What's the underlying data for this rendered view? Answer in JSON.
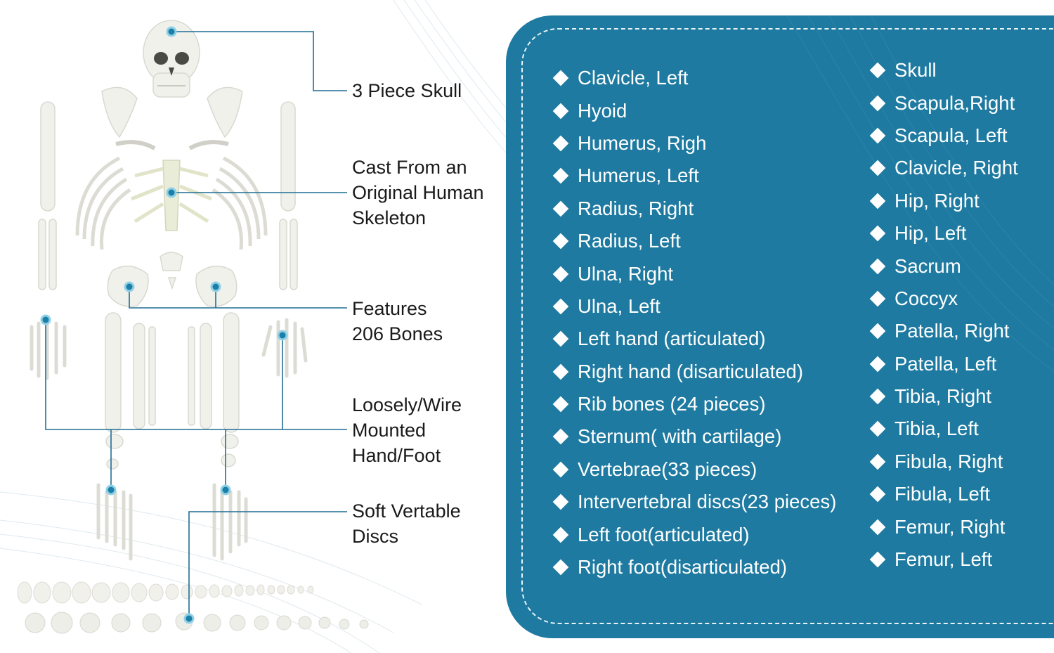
{
  "callouts": {
    "skull": [
      "3 Piece Skull"
    ],
    "cast": [
      "Cast From an",
      "Original Human",
      "Skeleton"
    ],
    "bones": [
      "Features",
      "206 Bones"
    ],
    "mounted": [
      "Loosely/Wire",
      "Mounted",
      "Hand/Foot"
    ],
    "discs": [
      "Soft Vertable",
      "Discs"
    ]
  },
  "parts_list": {
    "column_1": [
      "Clavicle, Left",
      "Hyoid",
      "Humerus, Righ",
      "Humerus, Left",
      "Radius, Right",
      "Radius, Left",
      "Ulna, Right",
      "Ulna, Left",
      "Left hand (articulated)",
      "Right hand (disarticulated)",
      "Rib bones (24 pieces)",
      "Sternum( with cartilage)",
      "Vertebrae(33 pieces)",
      "Intervertebral discs(23 pieces)",
      "Left foot(articulated)",
      "Right foot(disarticulated)"
    ],
    "column_2": [
      "Skull",
      "Scapula,Right",
      "Scapula, Left",
      "Clavicle, Right",
      "Hip, Right",
      "Hip, Left",
      "Sacrum",
      "Coccyx",
      "Patella, Right",
      "Patella, Left",
      "Tibia, Right",
      "Tibia, Left",
      "Fibula, Right",
      "Fibula, Left",
      "Femur, Right",
      "Femur, Left"
    ]
  },
  "colors": {
    "panel": "#1e7aa0",
    "leader_line": "#1f6f94",
    "marker": "#1b7fa8",
    "bone": "#f1f1ec"
  },
  "icons": [
    "diamond-bullet-icon",
    "callout-marker-icon"
  ]
}
